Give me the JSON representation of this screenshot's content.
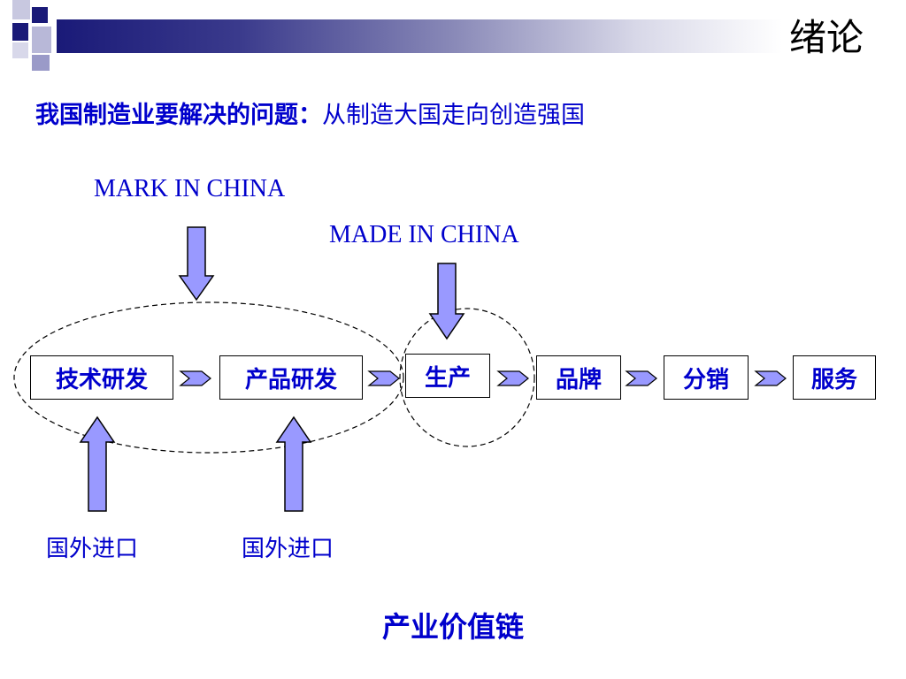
{
  "header": {
    "title": "绪论"
  },
  "problem": {
    "label": "我国制造业要解决的问题：",
    "text": "从制造大国走向创造强国"
  },
  "diagram": {
    "mark_label": "MARK IN CHINA",
    "made_label": "MADE IN CHINA",
    "stages": [
      "技术研发",
      "产品研发",
      "生产",
      "品牌",
      "分销",
      "服务"
    ],
    "import_labels": [
      "国外进口",
      "国外进口"
    ],
    "chain_title": "产业价值链"
  },
  "colors": {
    "text": "#0000cc",
    "arrow_fill": "#9999ff",
    "header_dark": "#1a1a78"
  }
}
